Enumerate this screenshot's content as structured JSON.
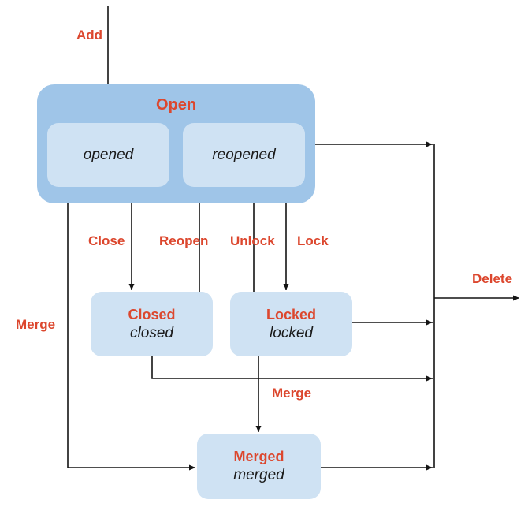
{
  "colors": {
    "background": "#ffffff",
    "container_fill": "#9fc5e8",
    "node_fill": "#cfe2f3",
    "label_red": "#dc472e",
    "text_dark": "#1b1b1b",
    "line": "#141414"
  },
  "nodes": {
    "open": {
      "label": "Open"
    },
    "opened": {
      "label": "opened"
    },
    "reopened": {
      "label": "reopened"
    },
    "closed": {
      "title": "Closed",
      "subtitle": "closed"
    },
    "locked": {
      "title": "Locked",
      "subtitle": "locked"
    },
    "merged": {
      "title": "Merged",
      "subtitle": "merged"
    }
  },
  "edges": {
    "add": "Add",
    "close": "Close",
    "reopen": "Reopen",
    "unlock": "Unlock",
    "lock": "Lock",
    "merge_left": "Merge",
    "merge_mid": "Merge",
    "delete": "Delete"
  }
}
